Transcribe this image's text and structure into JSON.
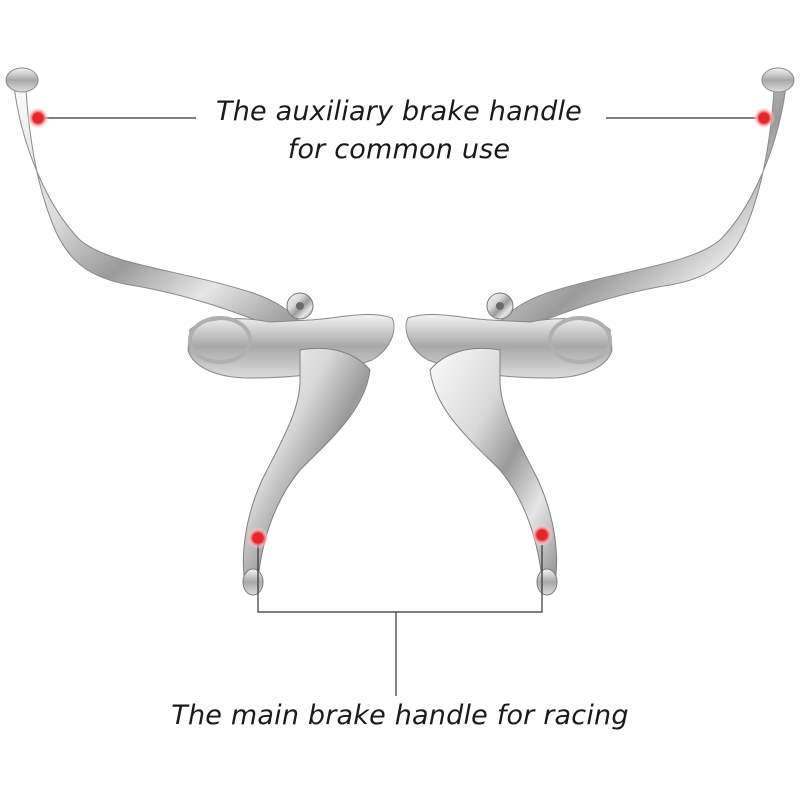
{
  "annotations": {
    "auxiliary_line1": "The auxiliary brake handle",
    "auxiliary_line2": "for common use",
    "main": "The main brake handle for racing"
  },
  "colors": {
    "background": "#ffffff",
    "marker": "#e8232a",
    "marker_glow": "#ff9a9a",
    "leader_line": "#333333",
    "chrome_light": "#f2f2f2",
    "chrome_mid": "#c8c8c8",
    "chrome_dark": "#7a7a7a"
  },
  "subject": {
    "item": "brake-lever-pair",
    "finish": "chrome"
  }
}
